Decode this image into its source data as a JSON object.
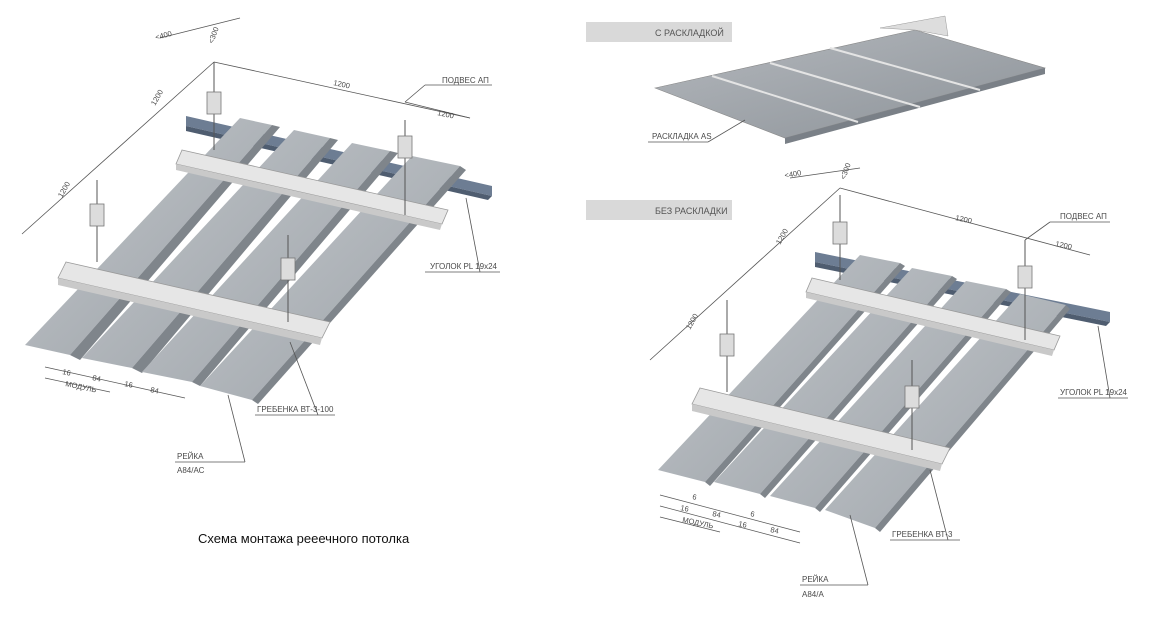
{
  "caption": "Схема монтажа рееечного потолка",
  "left": {
    "dims": {
      "lt400": "<400",
      "lt300": "<300",
      "d1200_top": "1200",
      "d1200_right": "1200",
      "d1200_diag": "1200",
      "d1200_side": "1200"
    },
    "labels": {
      "hanger": "ПОДВЕС АП",
      "angle": "УГОЛОК PL 19x24",
      "comb": "ГРЕБЕНКА  ВТ-3-100",
      "rail_name": "РЕЙКА",
      "rail_code": "А84/АС"
    },
    "module": {
      "d16a": "16",
      "d84a": "84",
      "module": "МОДУЛЬ",
      "d16b": "16",
      "d84b": "84"
    }
  },
  "right_top": {
    "header": "С РАСКЛАДКОЙ",
    "insert_label": "РАСКЛАДКА AS"
  },
  "right_bottom": {
    "header": "БЕЗ РАСКЛАДКИ",
    "dims": {
      "lt400": "<400",
      "lt300": "<300",
      "d1200_top": "1200",
      "d1200_right": "1200",
      "d1200_diag": "1200",
      "d1200_side": "1200"
    },
    "labels": {
      "hanger": "ПОДВЕС АП",
      "angle": "УГОЛОК PL 19x24",
      "comb": "ГРЕБЕНКА ВТ-3",
      "rail_name": "РЕЙКА",
      "rail_code": "А84/А"
    },
    "module": {
      "d6a": "6",
      "d16a": "16",
      "d84a": "84",
      "module": "МОДУЛЬ",
      "d6b": "6",
      "d16b": "16",
      "d84b": "84"
    }
  },
  "colors": {
    "rail_light": "#b9bdc2",
    "rail_mid": "#9ea3a9",
    "rail_dark": "#7c8187",
    "comb": "#e7e7e7",
    "angle": "#6d7d93",
    "header_bg": "#d9d9d9",
    "line": "#555555"
  }
}
